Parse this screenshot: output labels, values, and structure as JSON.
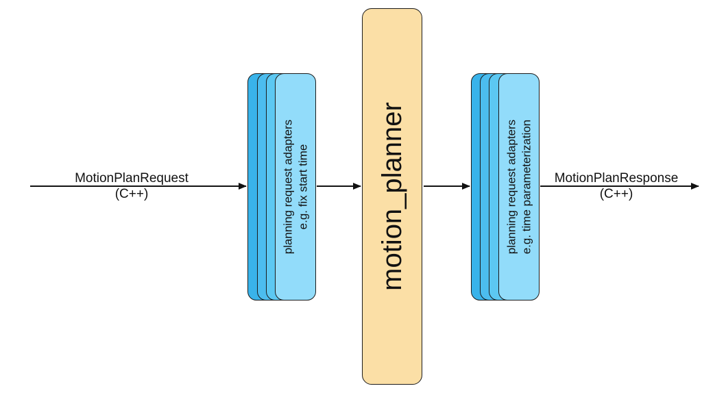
{
  "input": {
    "label": "MotionPlanRequest",
    "sublabel": "(C++)"
  },
  "output": {
    "label": "MotionPlanResponse",
    "sublabel": "(C++)"
  },
  "pre_adapters": {
    "line1": "planning request adapters",
    "line2": "e.g. fix start time"
  },
  "post_adapters": {
    "line1": "planning request adapters",
    "line2": "e.g. time parameterization"
  },
  "planner": {
    "label": "motion_planner"
  },
  "colors": {
    "adapter_back": "#39b3ea",
    "adapter_mid": "#5cc8f2",
    "adapter_front": "#92dcfa",
    "planner_fill": "#fbdfa6",
    "stroke": "#1a1a1a"
  }
}
